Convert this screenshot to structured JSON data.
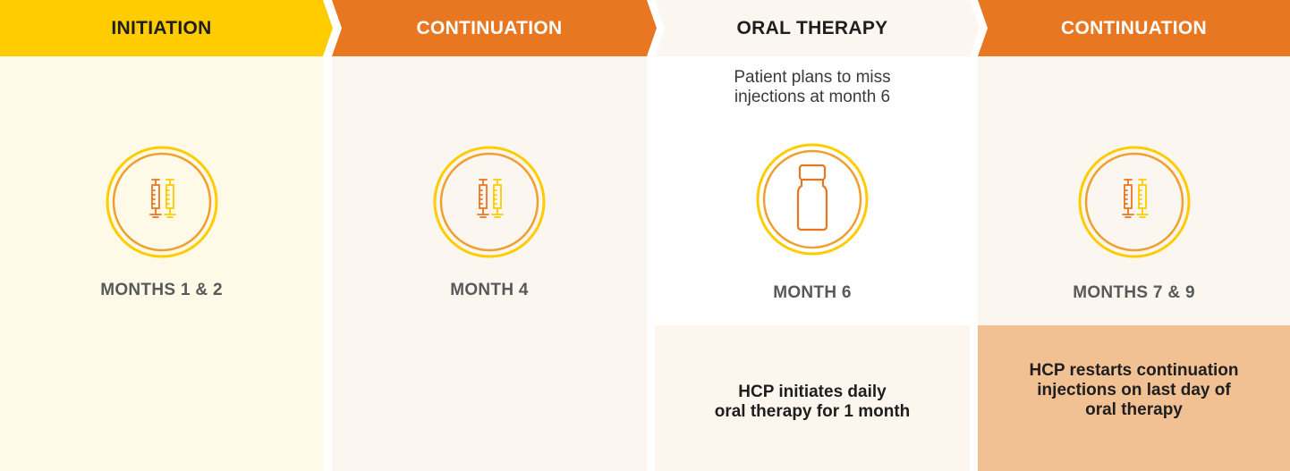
{
  "colors": {
    "initiation_header": "#ffcc00",
    "continuation_header": "#e87722",
    "oral_header": "#fcf6f0",
    "initiation_body": "#fffae8",
    "neutral_body": "#fcf6f1",
    "oral_body": "#ffffff",
    "oral_note_box": "#fcf6ef",
    "restart_note_box": "#f2c193",
    "month_text": "#58595b"
  },
  "columns": [
    {
      "header": "INITIATION",
      "icon": "syringes-icon",
      "month": "MONTHS 1 & 2"
    },
    {
      "header": "CONTINUATION",
      "icon": "syringes-icon",
      "month": "MONTH 4"
    },
    {
      "header": "ORAL THERAPY",
      "note_line1": "Patient plans to miss",
      "note_line2": "injections at month 6",
      "icon": "pill-bottle-icon",
      "month": "MONTH 6",
      "box_line1": "HCP initiates daily",
      "box_line2": "oral therapy for 1 month"
    },
    {
      "header": "CONTINUATION",
      "icon": "syringes-icon",
      "month": "MONTHS 7 & 9",
      "box_line1": "HCP restarts continuation",
      "box_line2": "injections on last day of",
      "box_line3": "oral therapy"
    }
  ]
}
